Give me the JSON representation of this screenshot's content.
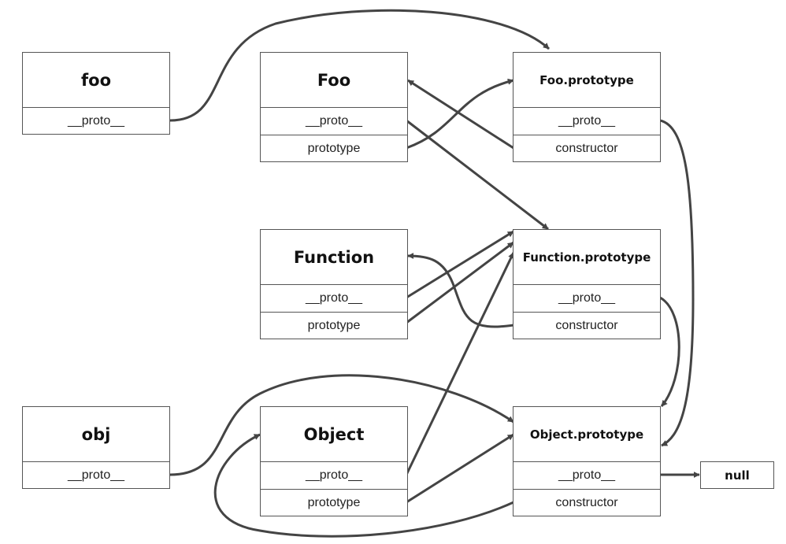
{
  "nodes": {
    "foo": {
      "title": "foo",
      "rows": [
        "__proto__"
      ]
    },
    "Foo": {
      "title": "Foo",
      "rows": [
        "__proto__",
        "prototype"
      ]
    },
    "FooProto": {
      "title": "Foo.prototype",
      "rows": [
        "__proto__",
        "constructor"
      ]
    },
    "Function": {
      "title": "Function",
      "rows": [
        "__proto__",
        "prototype"
      ]
    },
    "FunctionProto": {
      "title": "Function.prototype",
      "rows": [
        "__proto__",
        "constructor"
      ]
    },
    "obj": {
      "title": "obj",
      "rows": [
        "__proto__"
      ]
    },
    "Object": {
      "title": "Object",
      "rows": [
        "__proto__",
        "prototype"
      ]
    },
    "ObjectProto": {
      "title": "Object.prototype",
      "rows": [
        "__proto__",
        "constructor"
      ]
    },
    "null": {
      "title": "null"
    }
  },
  "edges": [
    {
      "from": "foo.__proto__",
      "to": "Foo.prototype"
    },
    {
      "from": "Foo.prototype",
      "to": "Foo.prototype"
    },
    {
      "from": "Foo.__proto__",
      "to": "Function.prototype"
    },
    {
      "from": "Foo.prototype.constructor",
      "to": "Foo"
    },
    {
      "from": "Foo.prototype.__proto__",
      "to": "Object.prototype"
    },
    {
      "from": "Function.__proto__",
      "to": "Function.prototype"
    },
    {
      "from": "Function.prototype",
      "to": "Function.prototype"
    },
    {
      "from": "Function.prototype.constructor",
      "to": "Function"
    },
    {
      "from": "Function.prototype.__proto__",
      "to": "Object.prototype"
    },
    {
      "from": "obj.__proto__",
      "to": "Object.prototype"
    },
    {
      "from": "Object.__proto__",
      "to": "Function.prototype"
    },
    {
      "from": "Object.prototype",
      "to": "Object.prototype"
    },
    {
      "from": "Object.prototype.constructor",
      "to": "Object"
    },
    {
      "from": "Object.prototype.__proto__",
      "to": "null"
    }
  ],
  "colors": {
    "line": "#444444",
    "border": "#555555"
  }
}
